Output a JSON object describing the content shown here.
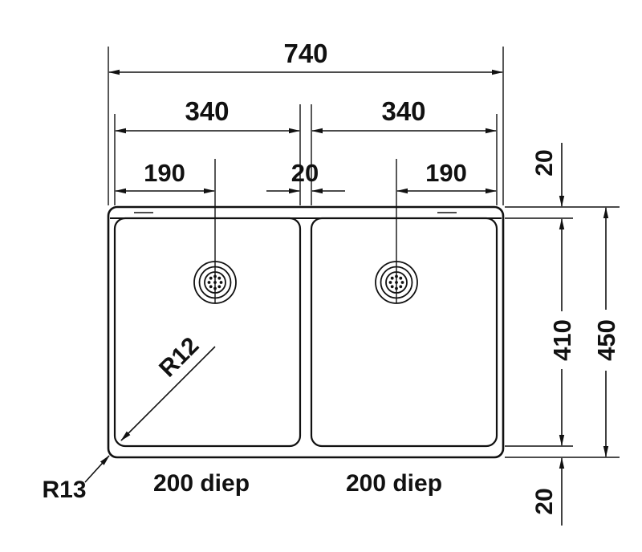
{
  "diagram": {
    "colors": {
      "line": "#111111",
      "background": "#ffffff"
    }
  },
  "labels": {
    "overall_width": "740",
    "left_bowl_width": "340",
    "right_bowl_width": "340",
    "left_drain_offset": "190",
    "divider_width": "20",
    "right_drain_offset": "190",
    "top_rim": "20",
    "bowl_inner_height": "410",
    "overall_height": "450",
    "bottom_rim": "20",
    "inner_corner_radius": "R12",
    "outer_corner_radius": "R13",
    "left_bowl_depth": "200 diep",
    "right_bowl_depth": "200 diep"
  }
}
